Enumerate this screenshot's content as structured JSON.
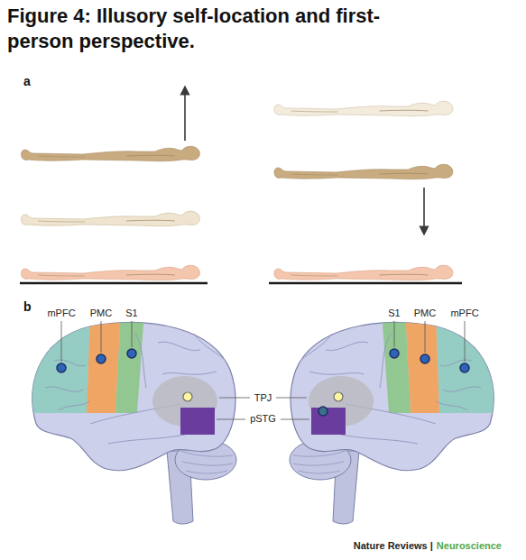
{
  "diagram": {
    "title": "Figure 4: Illusory self-location and first-person perspective.",
    "labels": [
      "a",
      "b",
      "mPFC",
      "PMC",
      "S1",
      "S1",
      "PMC",
      "mPFC",
      "TPJ",
      "pSTG",
      "Nature Reviews |",
      "Neuroscience"
    ]
  }
}
